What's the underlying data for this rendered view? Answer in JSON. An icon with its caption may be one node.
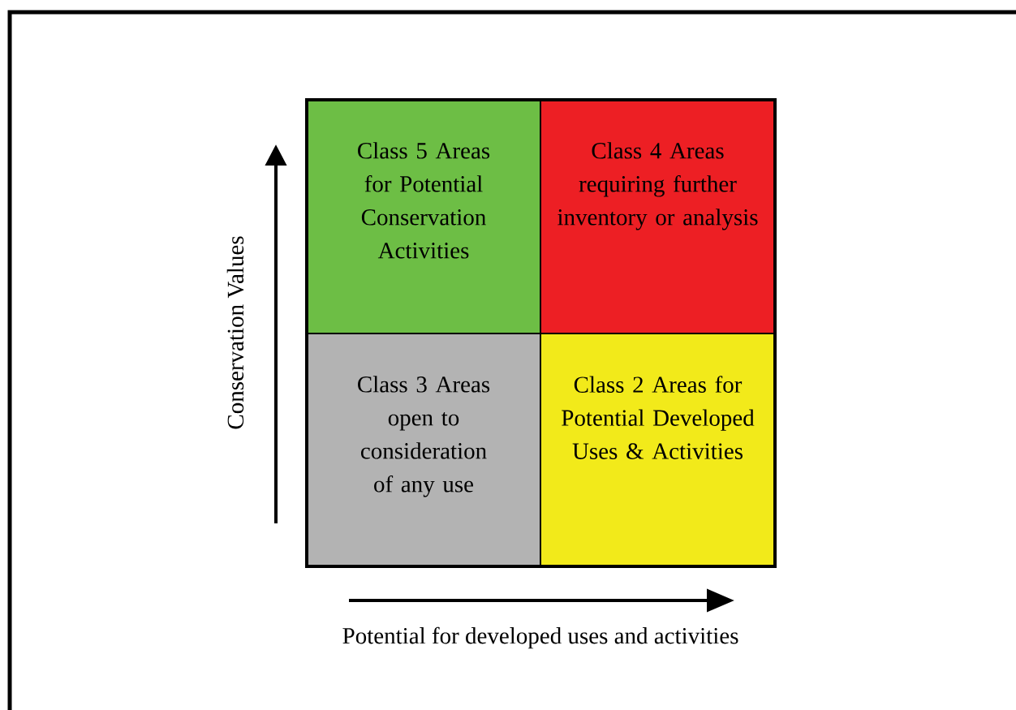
{
  "diagram": {
    "nodes": [
      {
        "text": [
          "Class 5 Areas for Potential Conservation Activities"
        ]
      },
      {
        "text": [
          "Class 4 Areas requiring further inventory or analysis"
        ]
      },
      {
        "text": [
          "Class 3 Areas open to consideration of any use"
        ]
      },
      {
        "text": [
          "Class 2 Areas for Potential Developed Uses & Activities"
        ]
      }
    ],
    "edges": [],
    "labels": [
      "Conservation Values",
      "Potential for developed uses and activities"
    ]
  }
}
